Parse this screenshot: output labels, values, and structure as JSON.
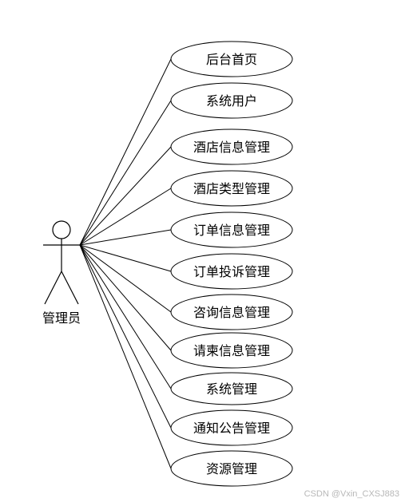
{
  "actor": {
    "name": "管理员"
  },
  "use_cases": [
    "后台首页",
    "系统用户",
    "酒店信息管理",
    "酒店类型管理",
    "订单信息管理",
    "订单投诉管理",
    "咨询信息管理",
    "请柬信息管理",
    "系统管理",
    "通知公告管理",
    "资源管理"
  ],
  "watermark": "CSDN @Vxin_CXSJ883"
}
